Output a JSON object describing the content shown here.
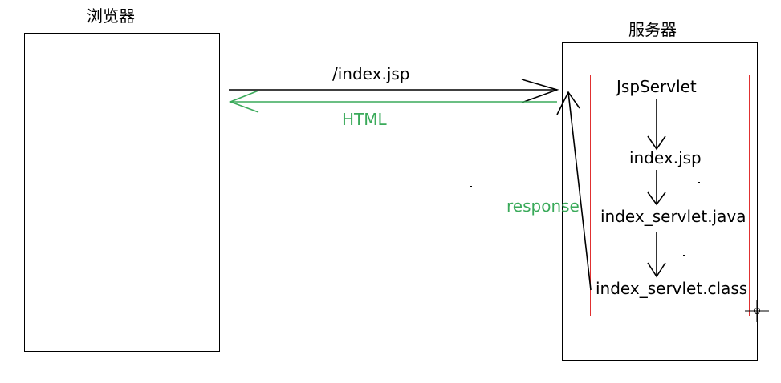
{
  "browser": {
    "title": "浏览器"
  },
  "server": {
    "title": "服务器"
  },
  "request": {
    "label": "/index.jsp"
  },
  "reply": {
    "label": "HTML"
  },
  "response": {
    "label": "response"
  },
  "pipeline": {
    "steps": [
      "JspServlet",
      "index.jsp",
      "index_servlet.java",
      "index_servlet.class"
    ]
  },
  "colors": {
    "line": "#000000",
    "reply": "#3aaa5a",
    "container": "#e03030"
  }
}
